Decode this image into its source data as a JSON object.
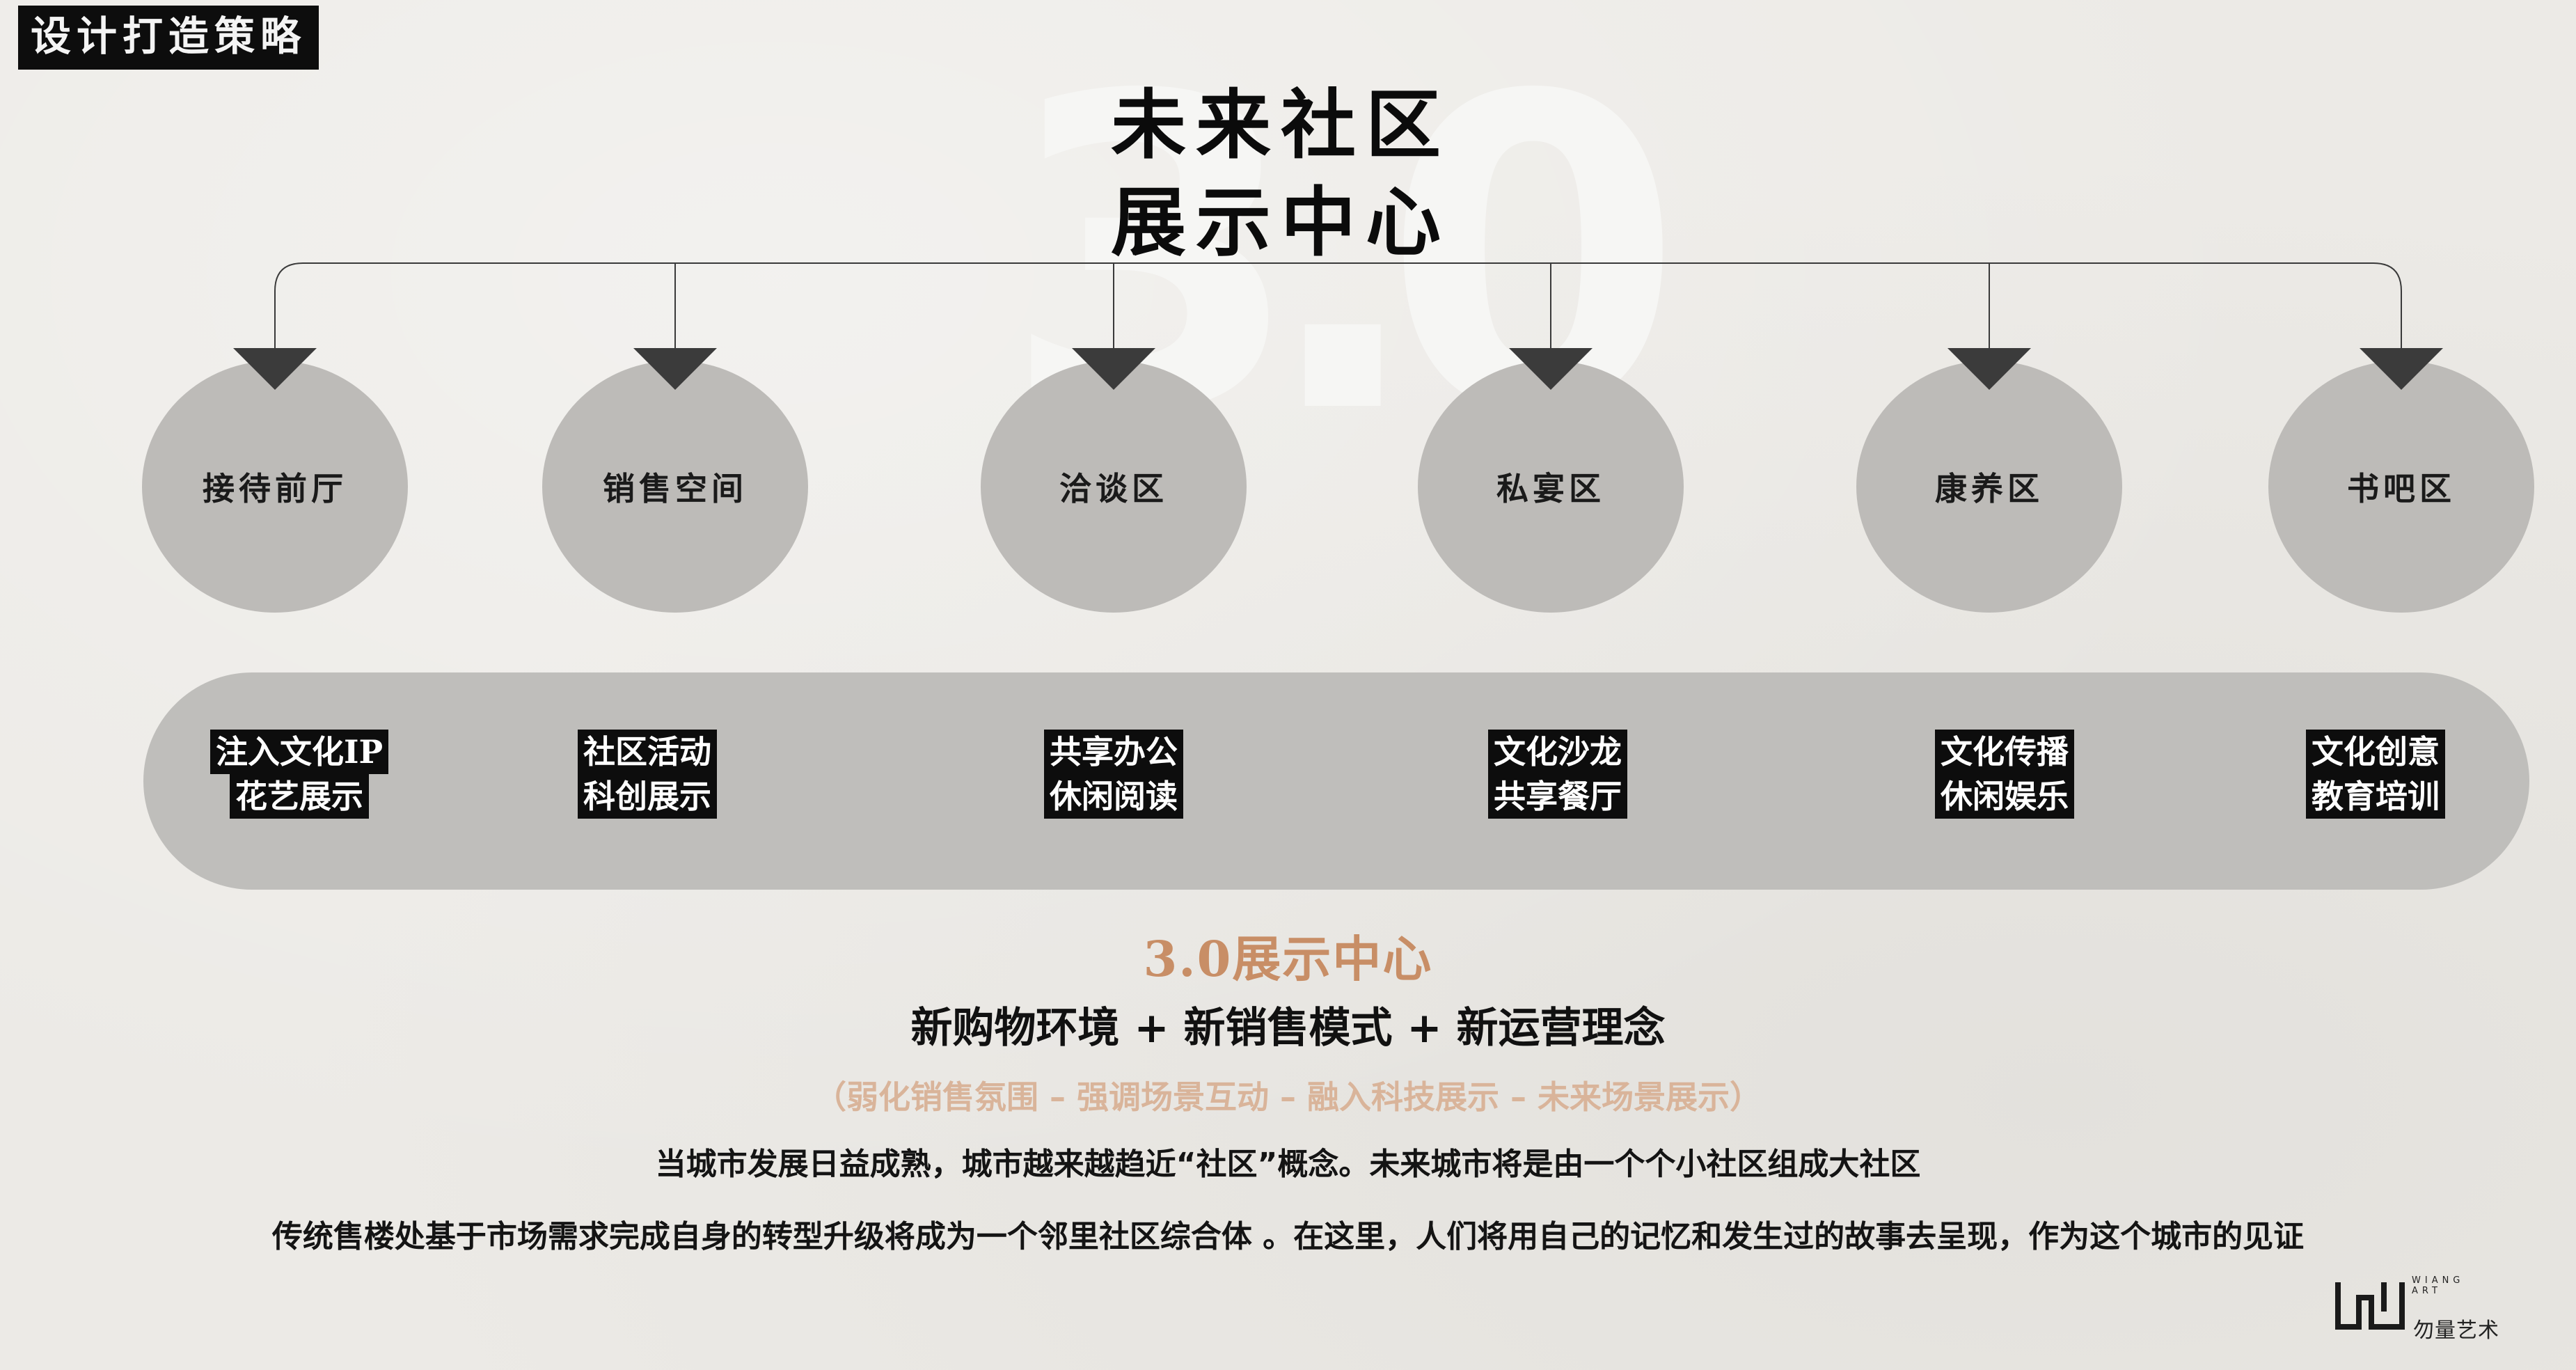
{
  "corner_tag": "设计打造策略",
  "watermark": "3.0",
  "center": {
    "line1": "未来社区",
    "line2": "展示中心"
  },
  "nodes": [
    {
      "label": "接待前厅",
      "features": [
        "注入文化IP",
        "花艺展示"
      ]
    },
    {
      "label": "销售空间",
      "features": [
        "社区活动",
        "科创展示"
      ]
    },
    {
      "label": "洽谈区",
      "features": [
        "共享办公",
        "休闲阅读"
      ]
    },
    {
      "label": "私宴区",
      "features": [
        "文化沙龙",
        "共享餐厅"
      ]
    },
    {
      "label": "康养区",
      "features": [
        "文化传播",
        "休闲娱乐"
      ]
    },
    {
      "label": "书吧区",
      "features": [
        "文化创意",
        "教育培训"
      ]
    }
  ],
  "summary": {
    "title": "3.0展示中心",
    "formula": "新购物环境 + 新销售模式 + 新运营理念",
    "strategy": "（弱化销售氛围 – 强调场景互动 – 融入科技展示 – 未来场景展示）",
    "paragraph1": "当城市发展日益成熟，城市越来越趋近“社区”概念。未来城市将是由一个个小社区组成大社区",
    "paragraph2": "传统售楼处基于市场需求完成自身的转型升级将成为一个邻里社区综合体 。在这里，人们将用自己的记忆和发生过的故事去呈现，作为这个城市的见证"
  },
  "logo": {
    "en": "WIANG ART",
    "cn": "勿量艺术"
  },
  "colors": {
    "background": "#eceae6",
    "circle": "#bdbbb8",
    "band": "#bfbebb",
    "chip": "#0d0d0d",
    "accent": "#c88e66",
    "accent_light": "#d9b49a"
  }
}
